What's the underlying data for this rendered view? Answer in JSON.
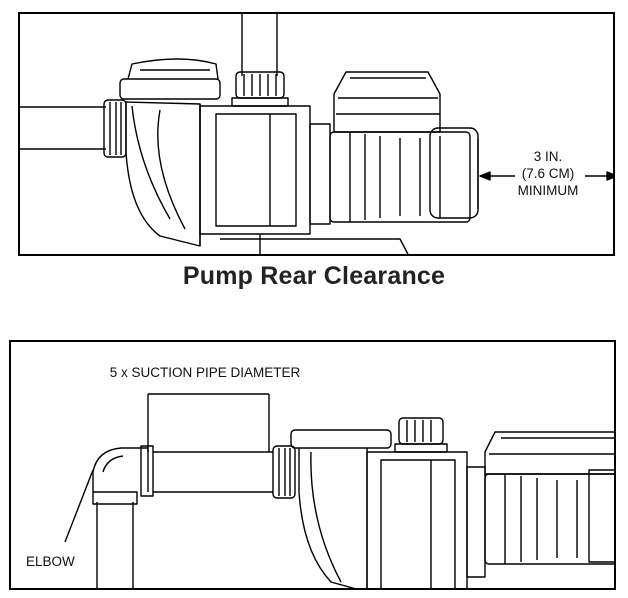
{
  "caption": "Pump Rear Clearance",
  "top_panel": {
    "clearance": [
      "3 IN.",
      "(7.6 CM)",
      "MINIMUM"
    ]
  },
  "bottom_panel": {
    "suction_label": "5 x SUCTION PIPE DIAMETER",
    "elbow_label": "ELBOW"
  },
  "colors": {
    "line": "#000000",
    "background": "#ffffff",
    "caption_text": "#222222"
  }
}
